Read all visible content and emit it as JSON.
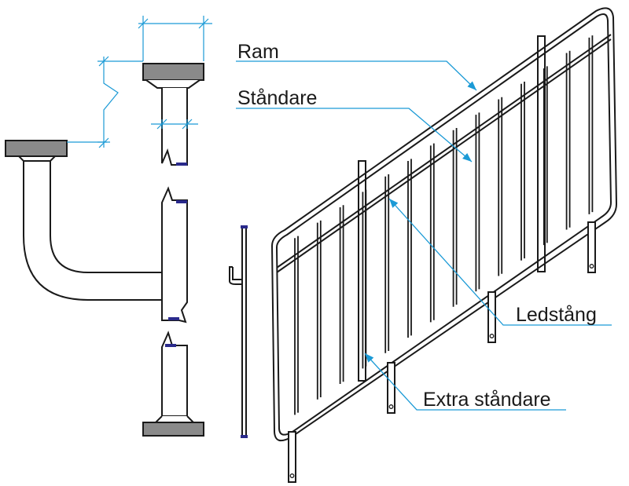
{
  "labels": {
    "ram": "Ram",
    "standare": "Ståndare",
    "ledstang": "Ledstång",
    "extra_standare": "Extra ståndare"
  },
  "colors": {
    "leader": "#1b9ad6",
    "line": "#1a1a1a",
    "cap_fill": "#8a8a8a",
    "nub": "#2a2a8c"
  }
}
